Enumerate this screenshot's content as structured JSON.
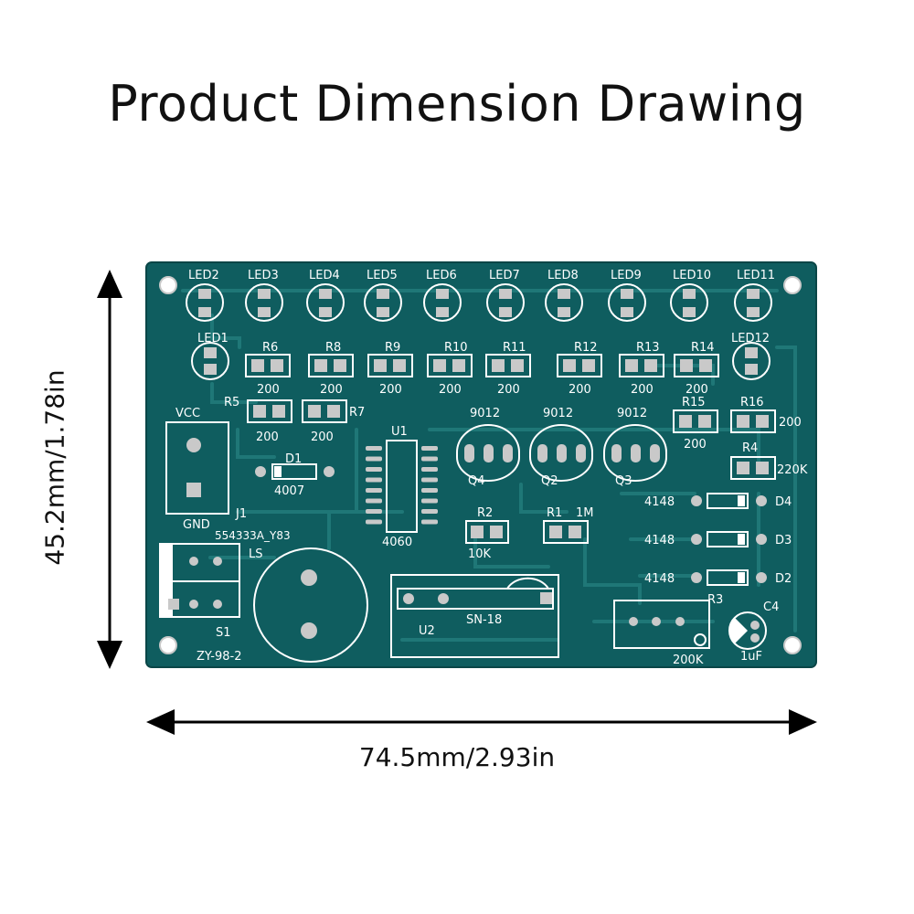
{
  "title": "Product Dimension Drawing",
  "height_label": "45.2mm/1.78in",
  "width_label": "74.5mm/2.93in",
  "colors": {
    "pcb": "#0f5d5f",
    "silk": "#ffffff",
    "pad": "#c9c9c9",
    "trace": "#1f7777"
  },
  "leds_top": [
    "LED2",
    "LED3",
    "LED4",
    "LED5",
    "LED6",
    "LED7",
    "LED8",
    "LED9",
    "LED10",
    "LED11"
  ],
  "led1": "LED1",
  "led12": "LED12",
  "resistor_row": [
    {
      "ref": "R6",
      "val": "200"
    },
    {
      "ref": "R8",
      "val": "200"
    },
    {
      "ref": "R9",
      "val": "200"
    },
    {
      "ref": "R10",
      "val": "200"
    },
    {
      "ref": "R11",
      "val": "200"
    },
    {
      "ref": "R12",
      "val": "200"
    },
    {
      "ref": "R13",
      "val": "200"
    },
    {
      "ref": "R14",
      "val": "200"
    }
  ],
  "r5": {
    "ref": "R5",
    "val": "200"
  },
  "r7": {
    "ref": "R7",
    "val": "200"
  },
  "r15": {
    "ref": "R15",
    "val": "200"
  },
  "r16": {
    "ref": "R16",
    "val": "200"
  },
  "r4": {
    "ref": "R4",
    "val": "220K"
  },
  "r2": {
    "ref": "R2",
    "val": "10K"
  },
  "r1": {
    "ref": "R1",
    "val": "1M"
  },
  "r3": {
    "ref": "R3",
    "val": "200K"
  },
  "transistors": [
    {
      "type": "9012",
      "ref": "Q4"
    },
    {
      "type": "9012",
      "ref": "Q2"
    },
    {
      "type": "9012",
      "ref": "Q3"
    }
  ],
  "u1": {
    "ref": "U1",
    "part": "4060"
  },
  "d1": {
    "ref": "D1",
    "part": "4007"
  },
  "diodes": [
    {
      "part": "4148",
      "ref": "D4"
    },
    {
      "part": "4148",
      "ref": "D3"
    },
    {
      "part": "4148",
      "ref": "D2"
    }
  ],
  "vcc": "VCC",
  "gnd": "GND",
  "j1": "J1",
  "j1_part": "554333A_Y83",
  "ls": "LS",
  "s1": "S1",
  "board_name": "ZY-98-2",
  "u2": {
    "ref": "U2",
    "part": "SN-18"
  },
  "c4": {
    "ref": "C4",
    "val": "1uF"
  }
}
